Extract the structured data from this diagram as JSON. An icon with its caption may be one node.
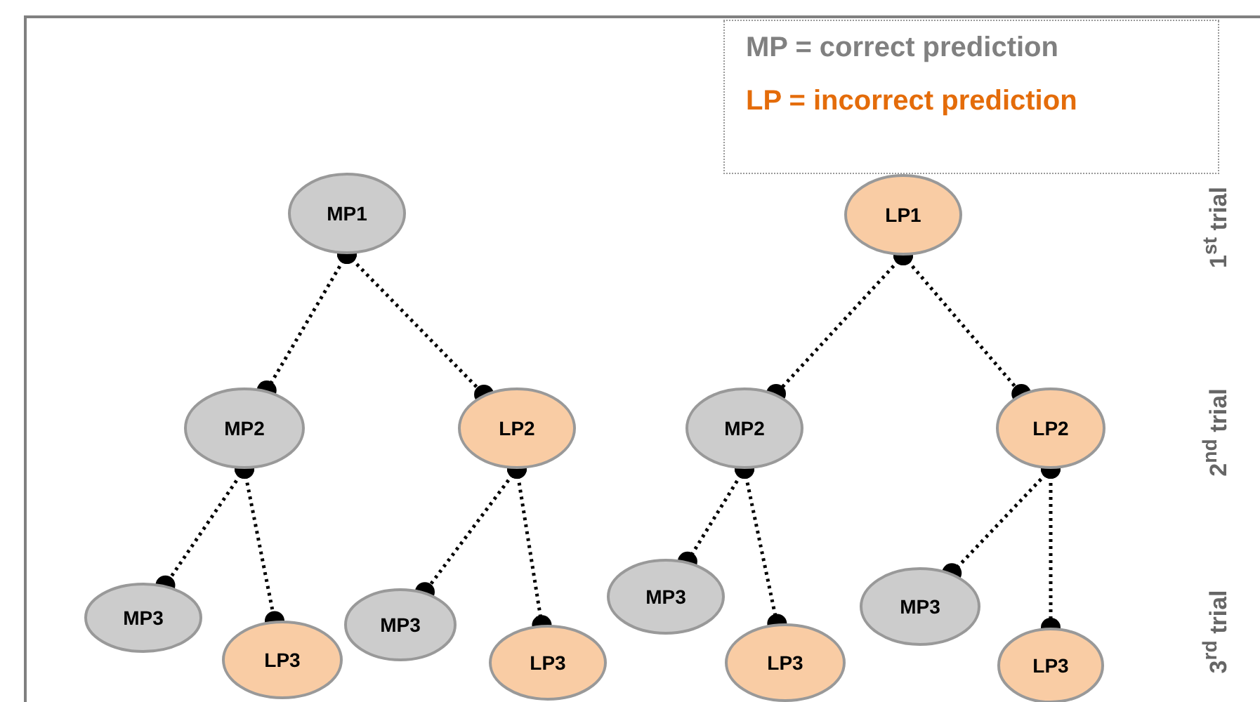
{
  "diagram": {
    "nodes": [
      {
        "text": [
          "MP1"
        ]
      },
      {
        "text": [
          "LP1"
        ]
      },
      {
        "text": [
          "MP2"
        ]
      },
      {
        "text": [
          "LP2"
        ]
      },
      {
        "text": [
          "MP2"
        ]
      },
      {
        "text": [
          "LP2"
        ]
      },
      {
        "text": [
          "MP3"
        ]
      },
      {
        "text": [
          "LP3"
        ]
      },
      {
        "text": [
          "MP3"
        ]
      },
      {
        "text": [
          "LP3"
        ]
      },
      {
        "text": [
          "MP3"
        ]
      },
      {
        "text": [
          "LP3"
        ]
      },
      {
        "text": [
          "MP3"
        ]
      },
      {
        "text": [
          "LP3"
        ]
      }
    ],
    "edges": [
      {
        "from": 0,
        "to": 2,
        "arrow": "other",
        "style": "dashed"
      },
      {
        "from": 0,
        "to": 3,
        "arrow": "other",
        "style": "dashed"
      },
      {
        "from": 1,
        "to": 4,
        "arrow": "other",
        "style": "dashed"
      },
      {
        "from": 1,
        "to": 5,
        "arrow": "other",
        "style": "dashed"
      },
      {
        "from": 2,
        "to": 6,
        "arrow": "other",
        "style": "dashed"
      },
      {
        "from": 2,
        "to": 7,
        "arrow": "other",
        "style": "dashed"
      },
      {
        "from": 3,
        "to": 8,
        "arrow": "other",
        "style": "dashed"
      },
      {
        "from": 3,
        "to": 9,
        "arrow": "other",
        "style": "dashed"
      },
      {
        "from": 4,
        "to": 10,
        "arrow": "other",
        "style": "dashed"
      },
      {
        "from": 4,
        "to": 11,
        "arrow": "other",
        "style": "dashed"
      },
      {
        "from": 5,
        "to": 12,
        "arrow": "other",
        "style": "dashed"
      },
      {
        "from": 5,
        "to": 13,
        "arrow": "other",
        "style": "dashed"
      }
    ],
    "labels": [
      "1$^{st}$ trial",
      "2$^{nd}$ trial",
      "3$^{rd}$ trial"
    ],
    "legend": [
      {
        "text": "MP = correct prediction",
        "color": "#808080"
      },
      {
        "text": "LP = incorrect prediction",
        "color": "#e46c0a"
      }
    ]
  }
}
